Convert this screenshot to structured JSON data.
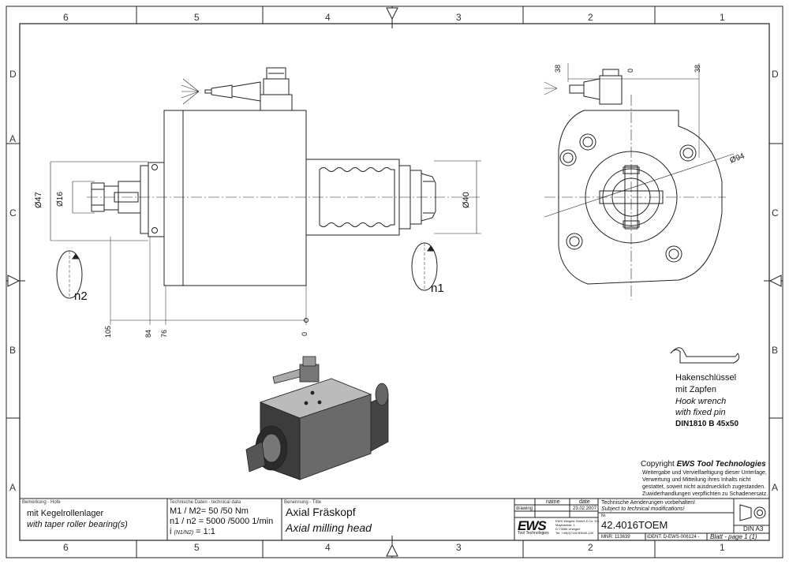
{
  "zones": {
    "top": [
      "6",
      "5",
      "4",
      "3",
      "2",
      "1"
    ],
    "bottom": [
      "6",
      "5",
      "4",
      "3",
      "2",
      "1"
    ],
    "left": [
      "D",
      "C",
      "B",
      "A"
    ],
    "right": [
      "D",
      "C",
      "B",
      "A"
    ]
  },
  "views": {
    "side": {
      "dim_d47": "Ø47",
      "dim_d16": "Ø16",
      "dim_d40": "Ø40",
      "dim_105": "105",
      "dim_84": "84",
      "dim_76": "76",
      "dim_0": "0",
      "rot_left": "n2",
      "rot_right": "n1"
    },
    "front": {
      "dim_38_left": "38",
      "dim_0": "0",
      "dim_38_right": "38",
      "dim_d94": "Ø94"
    }
  },
  "hook_wrench": {
    "line1": "Hakenschlüssel",
    "line2": "mit Zapfen",
    "line3": "Hook wrench",
    "line4": "with fixed pin",
    "line5": "DIN1810 B 45x50"
  },
  "copyright": {
    "prefix": "Copyright",
    "brand": "EWS Tool Technologies",
    "l1": "Weitergabe und Vervielfaeltigung dieser Unterlage,",
    "l2": "Verwertung und Mitteilung ihres Inhalts nicht",
    "l3": "gestattet, soweit nicht ausdruecklich zugestanden.",
    "l4": "Zuwiderhandlungen verpflichten zu Schadenersatz."
  },
  "title_block": {
    "remark_header": "Bemerkung - Hofe",
    "remark_de": "mit Kegelrollenlager",
    "remark_en": "with taper roller bearing(s)",
    "tech_header": "Technische Daten - technical data",
    "tech_l1": "M1 / M2= 50  /50  Nm",
    "tech_l2": "n1 / n2 = 5000 /5000  1/min",
    "tech_l3_a": "i",
    "tech_l3_b": "(N1/N2)",
    "tech_l3_c": "= 1:1",
    "title_header": "Benennung - Title",
    "title_de": "Axial Fräskopf",
    "title_en": "Axial milling head",
    "col_name": "name",
    "col_date": "date",
    "row_drawing": "drawing",
    "drawing_date": "23.02.2007",
    "change_de": "Technische Aenderungen vorbehalten!",
    "change_en": "Subject to technical modifications!",
    "nr_label": "Nr.",
    "part_number": "42.4016TOEM",
    "logo": "EWS",
    "logo_sub": "Tool Technologies",
    "company_l1": "EWS Weigele GmbH & Co. KG",
    "company_l2": "Maybachstr. 1",
    "company_l3": "D-73066 Uhingen",
    "company_l4": "Tel. +49(0)7161/93040-100",
    "mnr": "MNR: 113639",
    "ident": "IDENT: D-EWS-006124 -",
    "sheet": "Blatt - page  1 (1)",
    "format": "DIN A3"
  }
}
